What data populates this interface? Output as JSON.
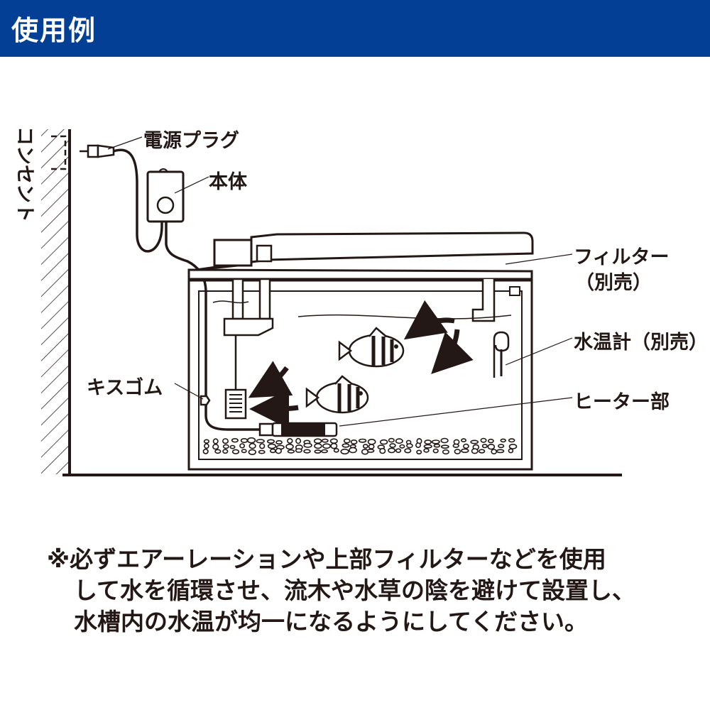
{
  "header": {
    "title": "使用例"
  },
  "labels": {
    "outlet": "コンセント",
    "plug": "電源プラグ",
    "body": "本体",
    "filter": "フィルター",
    "filter_sold_separately": "（別売）",
    "thermometer": "水温計（別売）",
    "suction_cup": "キスゴム",
    "heater": "ヒーター部"
  },
  "note": {
    "line1": "※必ずエアーレーションや上部フィルターなどを使用",
    "line2": "して水を循環させ、流木や水草の陰を避けて設置し、",
    "line3": "水槽内の水温が均一になるようにしてください。"
  }
}
